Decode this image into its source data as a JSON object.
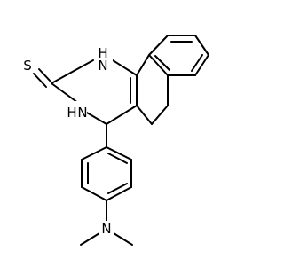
{
  "molecule": {
    "atom_labels": {
      "s": "S",
      "nh1": "H",
      "nh1_n": "N",
      "nh3": "H",
      "nh3_n": "N",
      "n_dimethyl": "N"
    },
    "colors": {
      "bond": "#000000",
      "label": "#000000",
      "background": "#ffffff"
    }
  }
}
